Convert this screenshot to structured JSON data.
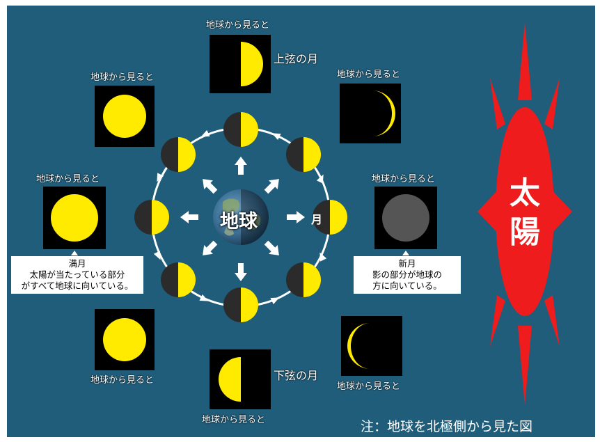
{
  "view_label": "地球から見ると",
  "phases": {
    "first_quarter": "上弦の月",
    "last_quarter": "下弦の月",
    "full_moon": {
      "title": "満月",
      "line1": "太陽が当たっている部分",
      "line2": "がすべて地球に向いている。"
    },
    "new_moon": {
      "title": "新月",
      "line1": "影の部分が地球の",
      "line2": "方に向いている。"
    }
  },
  "earth_label": "地球",
  "moon_label": "月",
  "sun_label_top": "太",
  "sun_label_bottom": "陽",
  "footnote": "注：地球を北極側から見た図",
  "colors": {
    "background": "#1f5d7a",
    "moon_lit": "#ffeb00",
    "moon_dark": "#2b2b2b",
    "sun": "#ee1c1c",
    "new_moon": "#555555"
  }
}
